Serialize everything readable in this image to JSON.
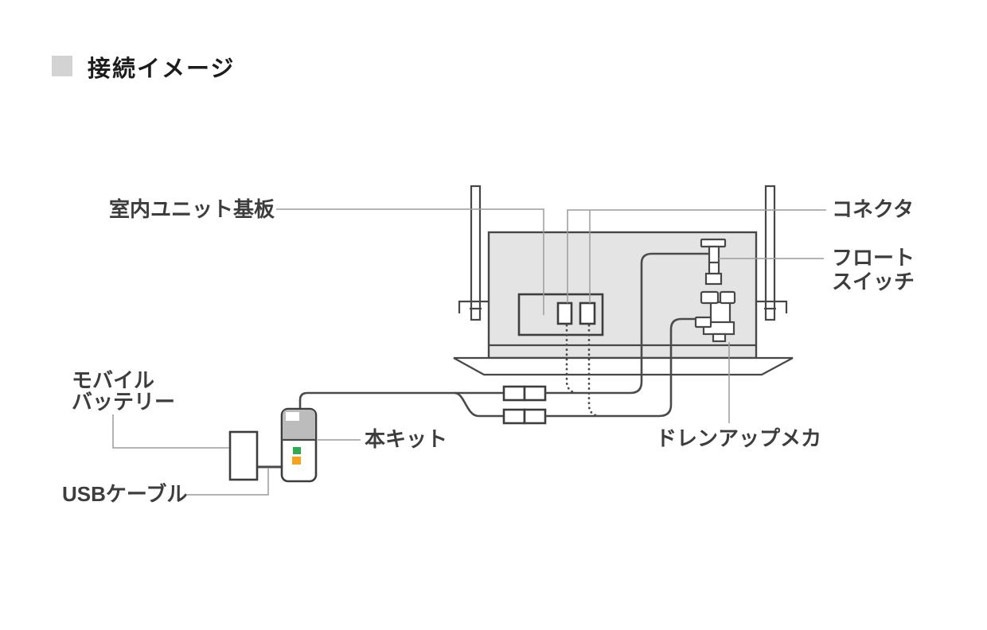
{
  "title": {
    "text": "接続イメージ"
  },
  "diagram": {
    "labels": {
      "indoor_unit_board": "室内ユニット基板",
      "connector": "コネクタ",
      "float_switch_line1": "フロート",
      "float_switch_line2": "スイッチ",
      "drain_up_mech": "ドレンアップメカ",
      "this_kit": "本キット",
      "mobile_battery_line1": "モバイル",
      "mobile_battery_line2": "バッテリー",
      "usb_cable": "USBケーブル"
    },
    "colors": {
      "unit_fill": "#e4e4e5",
      "outline_dark": "#474747",
      "leader_gray": "#9b9b9d",
      "title_square": "#d3d3d4",
      "kit_top_fill": "#bcbcbd",
      "led_green": "#2faa50",
      "led_orange": "#f6a21d",
      "label_text": "#3d3d3d"
    }
  }
}
